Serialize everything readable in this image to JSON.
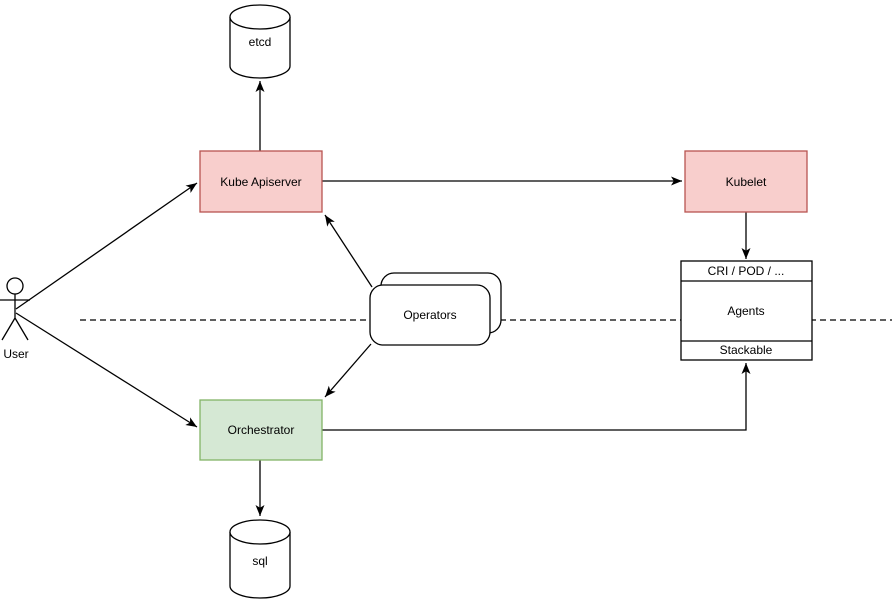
{
  "diagram": {
    "type": "architecture-flowchart",
    "background": "#ffffff",
    "line_color": "#000000",
    "nodes": {
      "user": {
        "label": "User",
        "shape": "actor"
      },
      "etcd": {
        "label": "etcd",
        "shape": "database-cylinder"
      },
      "sql": {
        "label": "sql",
        "shape": "database-cylinder"
      },
      "kube_apiserver": {
        "label": "Kube Apiserver",
        "shape": "rectangle",
        "fill": "#f8cecc",
        "stroke": "#b85450"
      },
      "kubelet": {
        "label": "Kubelet",
        "shape": "rectangle",
        "fill": "#f8cecc",
        "stroke": "#b85450"
      },
      "orchestrator": {
        "label": "Orchestrator",
        "shape": "rectangle",
        "fill": "#d5e8d4",
        "stroke": "#82b366"
      },
      "operators": {
        "label": "Operators",
        "shape": "stacked-rounded-rectangle"
      },
      "agent_stack": {
        "header": "CRI / POD / ...",
        "body": "Agents",
        "footer": "Stackable",
        "shape": "partitioned-rectangle"
      }
    },
    "edges": [
      {
        "from": "user",
        "to": "kube_apiserver",
        "arrow": "end"
      },
      {
        "from": "user",
        "to": "orchestrator",
        "arrow": "end"
      },
      {
        "from": "kube_apiserver",
        "to": "etcd",
        "arrow": "end"
      },
      {
        "from": "kube_apiserver",
        "to": "kubelet",
        "arrow": "end"
      },
      {
        "from": "operators",
        "to": "kube_apiserver",
        "arrow": "end"
      },
      {
        "from": "operators",
        "to": "orchestrator",
        "arrow": "end"
      },
      {
        "from": "kubelet",
        "to": "agent_stack",
        "arrow": "end"
      },
      {
        "from": "orchestrator",
        "to": "agent_stack",
        "arrow": "end"
      },
      {
        "from": "orchestrator",
        "to": "sql",
        "arrow": "end"
      }
    ],
    "separator": {
      "style": "dashed-horizontal"
    }
  }
}
